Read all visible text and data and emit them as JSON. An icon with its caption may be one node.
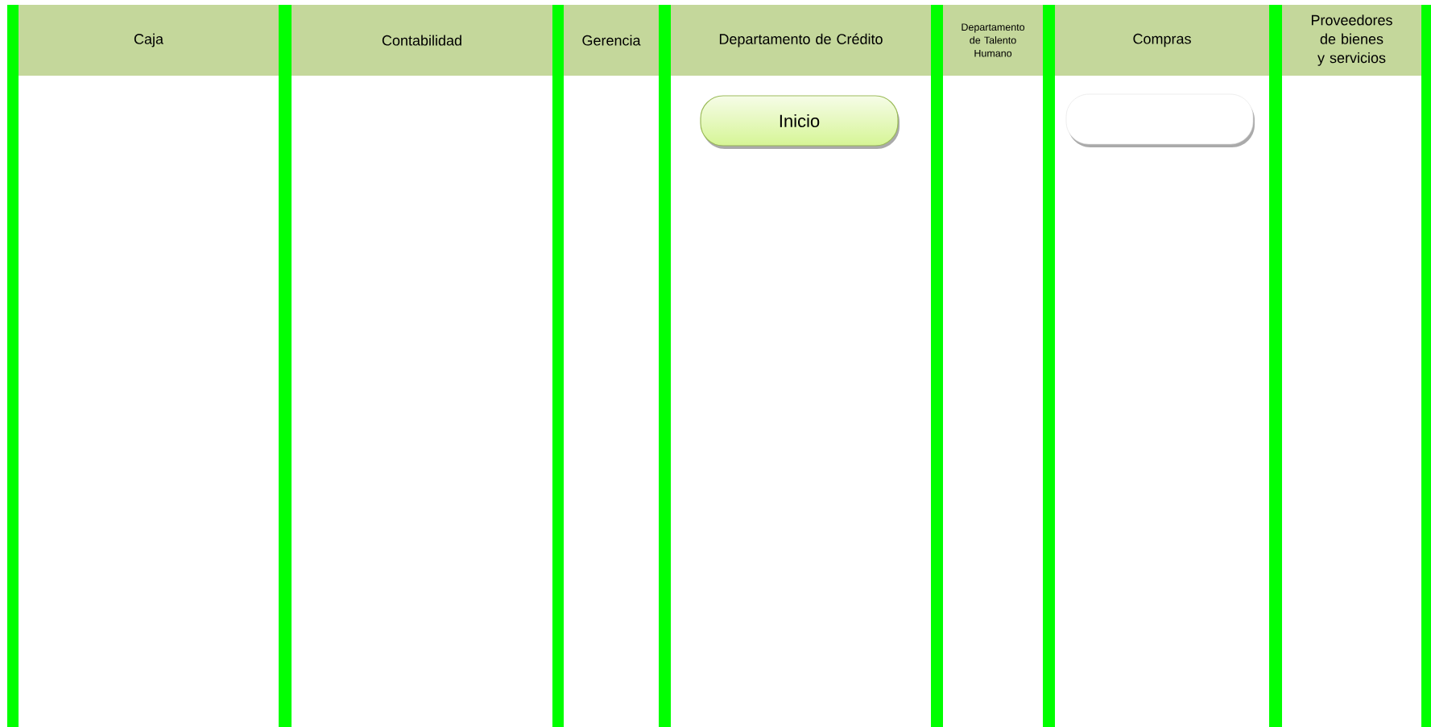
{
  "diagram": {
    "nodes": [
      {
        "text": [
          "Caja"
        ]
      },
      {
        "text": [
          "Contabilidad"
        ]
      },
      {
        "text": [
          "Gerencia"
        ]
      },
      {
        "text": [
          "Departamento de Crédito"
        ]
      },
      {
        "text": [
          "Departamento de Talento Humano"
        ]
      },
      {
        "text": [
          "Compras"
        ]
      },
      {
        "text": [
          "Proveedores de bienes y servicios"
        ]
      },
      {
        "text": [
          "Inicio"
        ]
      },
      {
        "text": [],
        "shape": "box"
      }
    ]
  }
}
